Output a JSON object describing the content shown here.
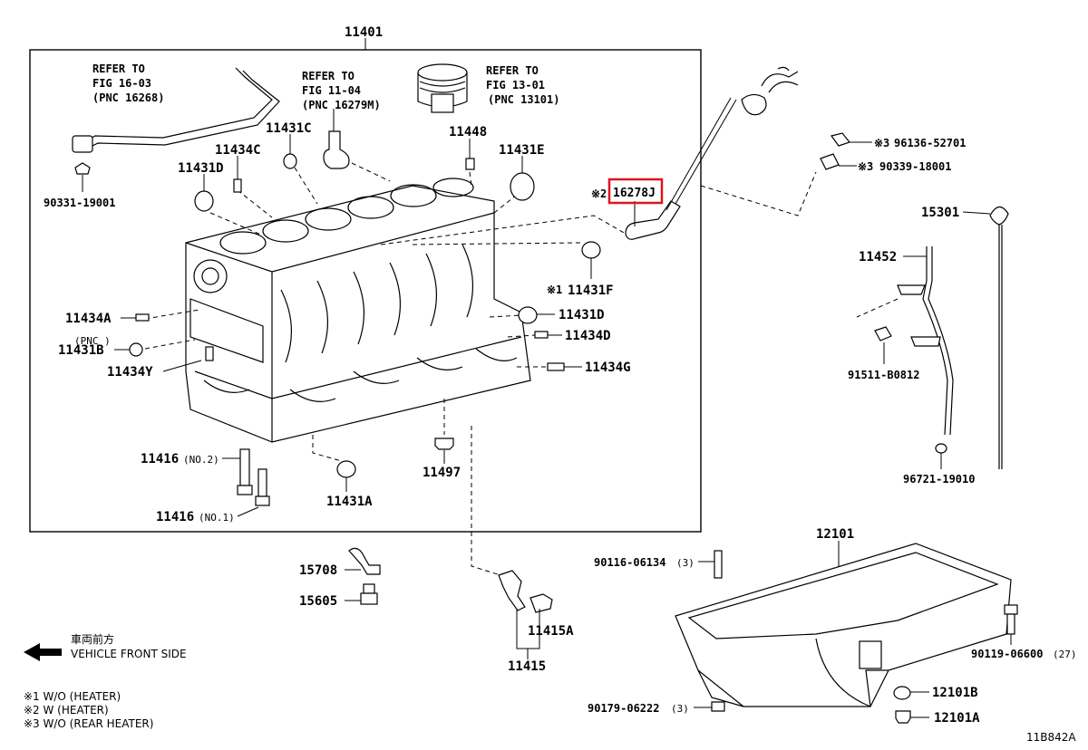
{
  "labels": {
    "p11401": "11401",
    "refer1_a": "REFER TO",
    "refer1_b": "FIG 16-03",
    "refer1_c": "(PNC 16268)",
    "refer2_a": "REFER TO",
    "refer2_b": "FIG 11-04",
    "refer2_c": "(PNC 16279M)",
    "refer3_a": "REFER TO",
    "refer3_b": "FIG 13-01",
    "refer3_c": "(PNC 13101)",
    "p90331": "90331-19001",
    "p11431C": "11431C",
    "p11434C": "11434C",
    "p11431D_top": "11431D",
    "p11448": "11448",
    "p11431E": "11431E",
    "p16278_mark": "※2",
    "p16278": "16278J",
    "p11431F_mark": "※1",
    "p11431F": "11431F",
    "p11431D": "11431D",
    "p11434D": "11434D",
    "p11434G": "11434G",
    "p11434A": "11434A",
    "pnc_small": "(PNC )",
    "p11431B": "11431B",
    "p11434Y": "11434Y",
    "p11416_no2": "11416",
    "p11416_no2_sfx": "(NO.2)",
    "p11416_no1": "11416",
    "p11416_no1_sfx": "(NO.1)",
    "p11497": "11497",
    "p11431A": "11431A",
    "p96136_mark": "※3",
    "p96136": "96136-52701",
    "p90339_mark": "※3",
    "p90339": "90339-18001",
    "p15301": "15301",
    "p11452": "11452",
    "p91511": "91511-B0812",
    "p96721": "96721-19010",
    "p12101": "12101",
    "p90116": "90116-06134",
    "p90116_qty": "(3)",
    "p15708": "15708",
    "p15605": "15605",
    "p11415A": "11415A",
    "p11415": "11415",
    "p90119": "90119-06600",
    "p90119_qty": "(27)",
    "p12101B": "12101B",
    "p90179": "90179-06222",
    "p90179_qty": "(3)",
    "p12101A": "12101A",
    "front_jp": "車両前方",
    "front_en": "VEHICLE FRONT SIDE",
    "legend1": "※1  W/O (HEATER)",
    "legend2": "※2  W (HEATER)",
    "legend3": "※3  W/O (REAR HEATER)",
    "figure_code": "11B842A"
  },
  "colors": {
    "highlight": "#e0141e",
    "line": "#000000",
    "background": "#ffffff"
  },
  "icons": {
    "front_arrow": "arrow-left-icon"
  }
}
